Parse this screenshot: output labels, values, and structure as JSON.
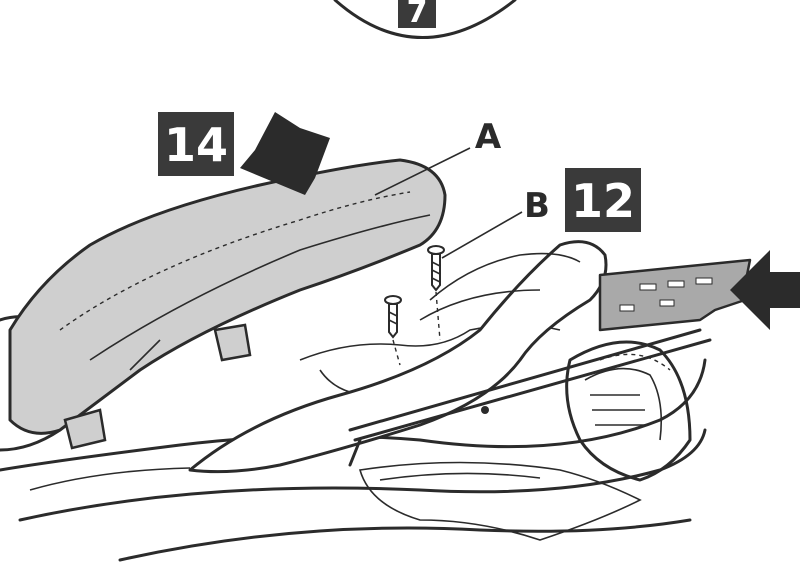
{
  "steps": {
    "top_step": "7",
    "seat_step": "14",
    "rack_step": "12"
  },
  "callouts": {
    "seat_label": "A",
    "bolt_label": "B"
  },
  "colors": {
    "ink": "#2b2b2b",
    "seat_fill": "#cfcfcf",
    "plate_fill": "#a9a9a9",
    "box_fill": "#3a3a3a"
  },
  "icons": [
    "push-down-arrow-icon",
    "push-left-arrow-icon",
    "bolt-icon"
  ]
}
